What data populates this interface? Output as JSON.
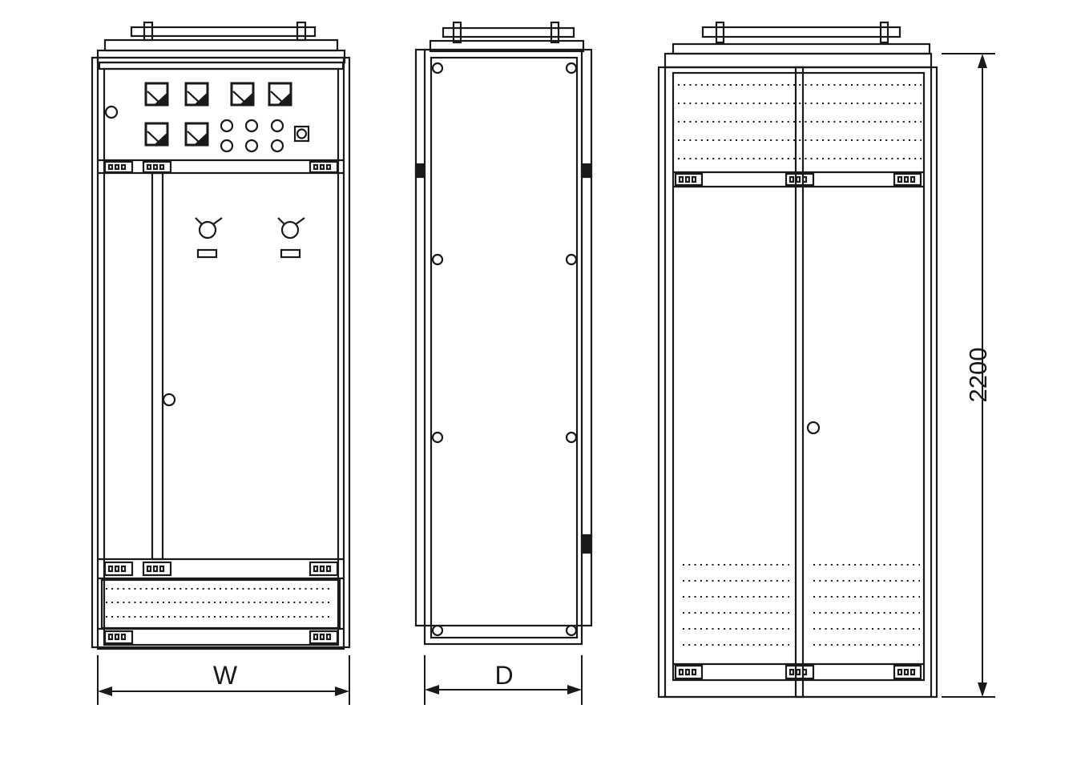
{
  "colors": {
    "line": "#1a1a1a",
    "background": "#ffffff"
  },
  "views": [
    {
      "name": "front-view"
    },
    {
      "name": "side-view"
    },
    {
      "name": "rear-view"
    }
  ],
  "dimensions": {
    "width_label": "W",
    "depth_label": "D",
    "height_label": "2200"
  }
}
